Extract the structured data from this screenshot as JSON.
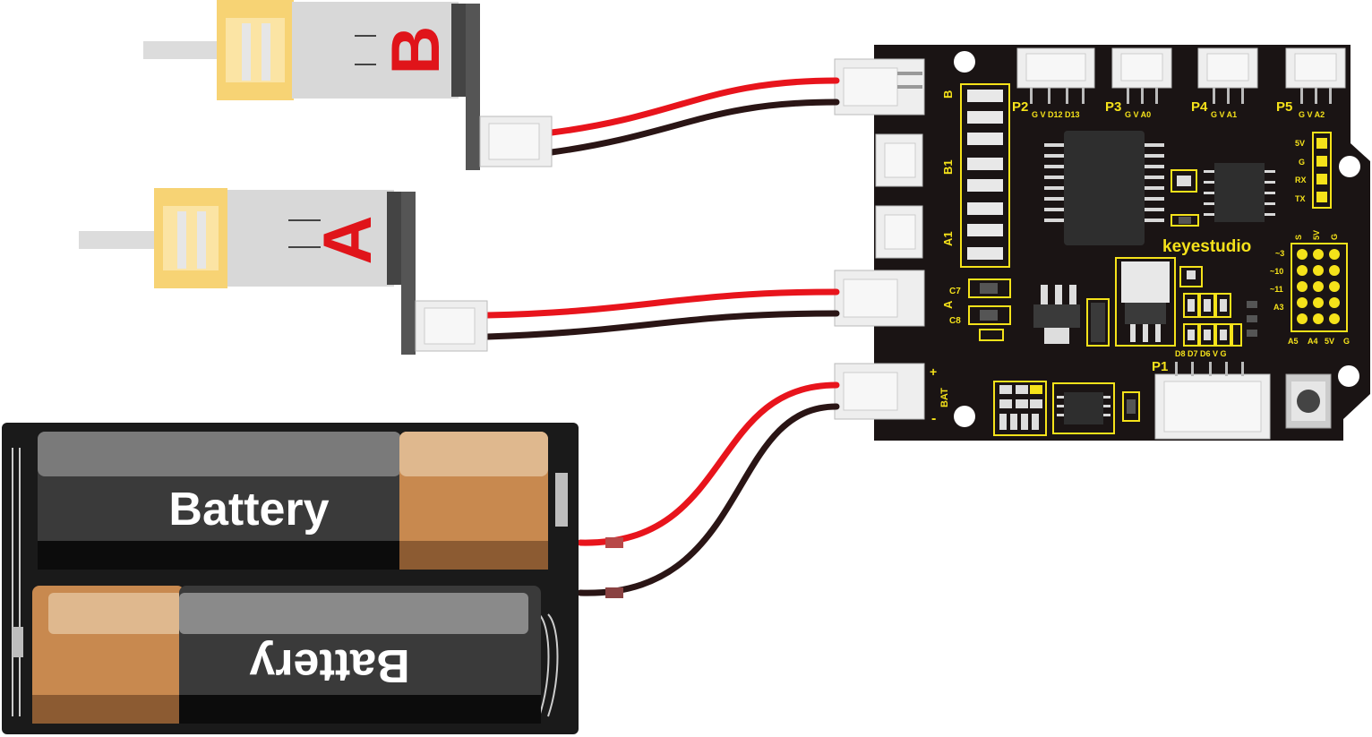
{
  "colors": {
    "board": "#1a1414",
    "silk": "#f5e21a",
    "wire_red": "#e8141c",
    "wire_black": "#2a1515",
    "motor_gear": "#f7d374",
    "motor_body": "#d8d8d8",
    "motor_label": "#e0141a",
    "battery_dark": "#3a3a3a",
    "battery_copper": "#c8894f"
  },
  "motors": {
    "b": {
      "label": "B"
    },
    "a": {
      "label": "A"
    }
  },
  "battery": {
    "top_label": "Battery",
    "bottom_label": "Battery"
  },
  "board": {
    "brand": "keyestudio",
    "motor_ports": {
      "b": "B",
      "b1": "B1",
      "a1": "A1",
      "a": "A"
    },
    "bat": {
      "plus": "+",
      "label": "BAT",
      "minus": "-"
    },
    "caps": {
      "c7": "C7",
      "c8": "C8"
    },
    "headers": [
      {
        "name": "P2",
        "pins": "G V D12 D13"
      },
      {
        "name": "P3",
        "pins": "G V A0"
      },
      {
        "name": "P4",
        "pins": "G V A1"
      },
      {
        "name": "P5",
        "pins": "G V A2"
      }
    ],
    "serial_pins": [
      "5V",
      "G",
      "RX",
      "TX"
    ],
    "sensor_header": {
      "top_pins": [
        "S",
        "5V",
        "G"
      ],
      "side_pins": [
        "~3",
        "~10",
        "~11",
        "A3"
      ],
      "bottom_pins": [
        "A5",
        "A4",
        "5V",
        "G"
      ]
    },
    "p1": {
      "name": "P1",
      "pins": "D8 D7 D6 V G"
    }
  }
}
